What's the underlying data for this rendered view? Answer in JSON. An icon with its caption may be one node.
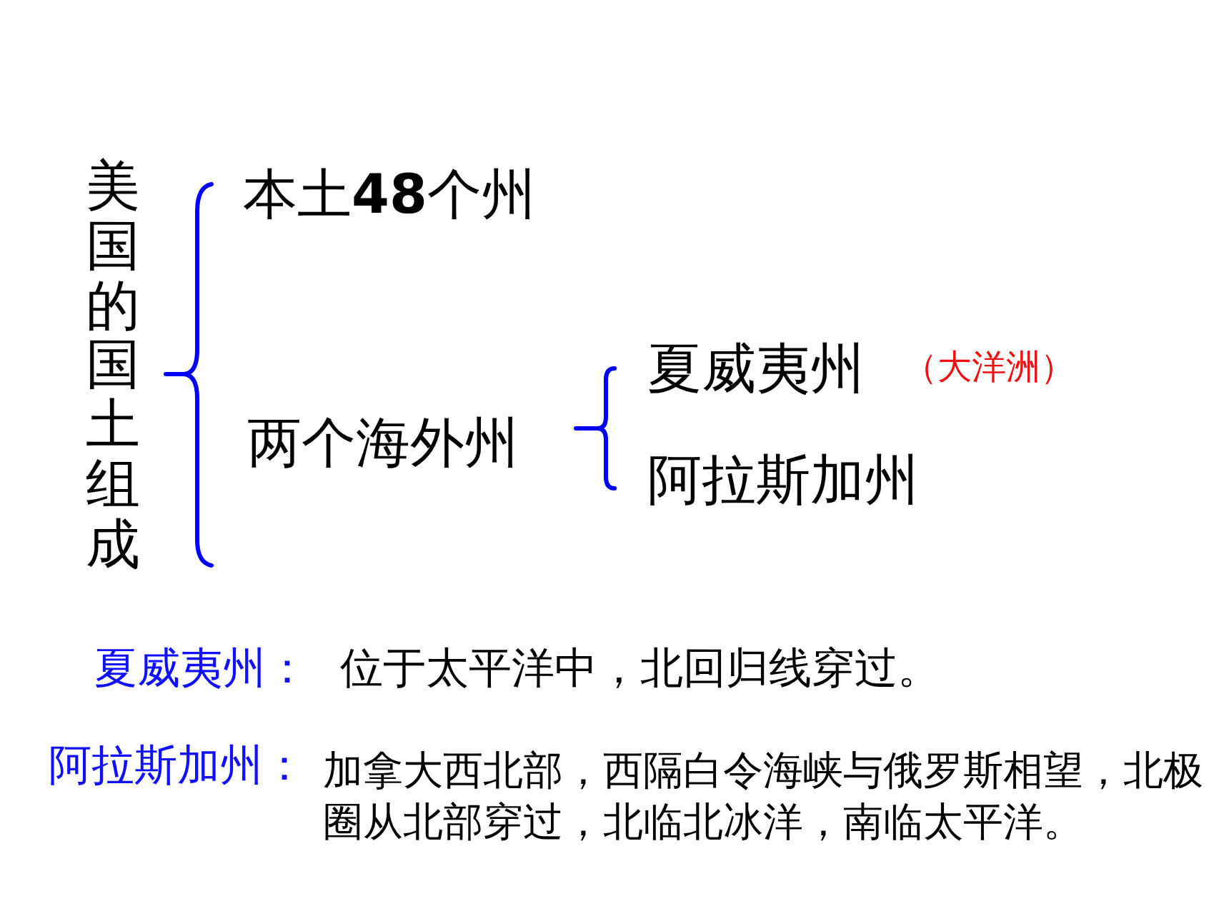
{
  "diagram": {
    "labels": [
      "美国的国土组成",
      "本土**48**个州",
      "两个海外州",
      "夏威夷州",
      "（大洋洲）",
      "阿拉斯加州",
      "夏威夷州：",
      "位于太平洋中，北回归线穿过。",
      "阿拉斯加州：",
      "加拿大西北部，西隔白令海峡与俄罗斯相望，北极圈从北部穿过，北临北冰洋，南临太平洋。"
    ]
  }
}
